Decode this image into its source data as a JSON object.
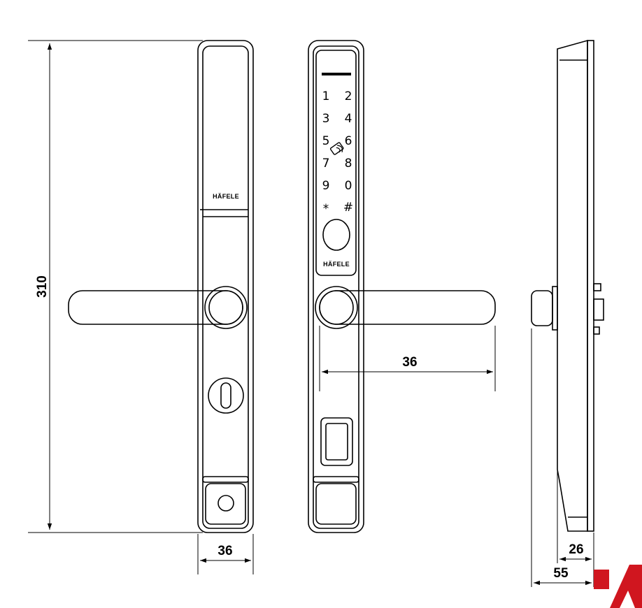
{
  "dimensions": {
    "height_total": "310",
    "width_front": "36",
    "handle_projection": "36",
    "depth_body": "26",
    "depth_total": "55"
  },
  "branding": {
    "front_logo": "HÄFELE",
    "keypad_logo": "HÄFELE"
  },
  "keypad": {
    "keys": [
      "1",
      "2",
      "3",
      "4",
      "5",
      "6",
      "7",
      "8",
      "9",
      "0",
      "*",
      "#"
    ]
  },
  "colors": {
    "line": "#000000",
    "corner_logo": "#d0161f"
  },
  "icons": {
    "card_reader": "rfid-card-icon",
    "corner_mark": "brand-corner-icon"
  }
}
